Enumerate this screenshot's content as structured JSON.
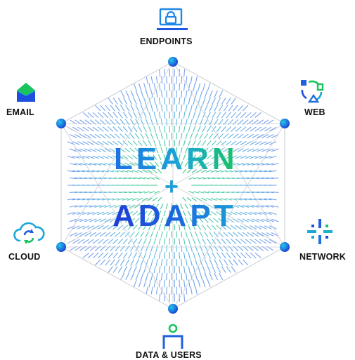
{
  "diagram": {
    "center": {
      "line1": "LEARN",
      "plus": "+",
      "line2": "ADAPT"
    },
    "nodes": [
      {
        "id": "endpoints",
        "label": "ENDPOINTS",
        "icon": "lock-screen-icon"
      },
      {
        "id": "web",
        "label": "WEB",
        "icon": "web-cycle-icon"
      },
      {
        "id": "network",
        "label": "NETWORK",
        "icon": "network-burst-icon"
      },
      {
        "id": "data-users",
        "label": "DATA & USERS",
        "icon": "user-data-icon"
      },
      {
        "id": "cloud",
        "label": "CLOUD",
        "icon": "cloud-sync-icon"
      },
      {
        "id": "email",
        "label": "EMAIL",
        "icon": "envelope-icon"
      }
    ],
    "colors": {
      "blue": "#1f4fe0",
      "teal": "#1aa7d6",
      "green": "#19c45e",
      "edge": "#c9ccd3"
    }
  }
}
